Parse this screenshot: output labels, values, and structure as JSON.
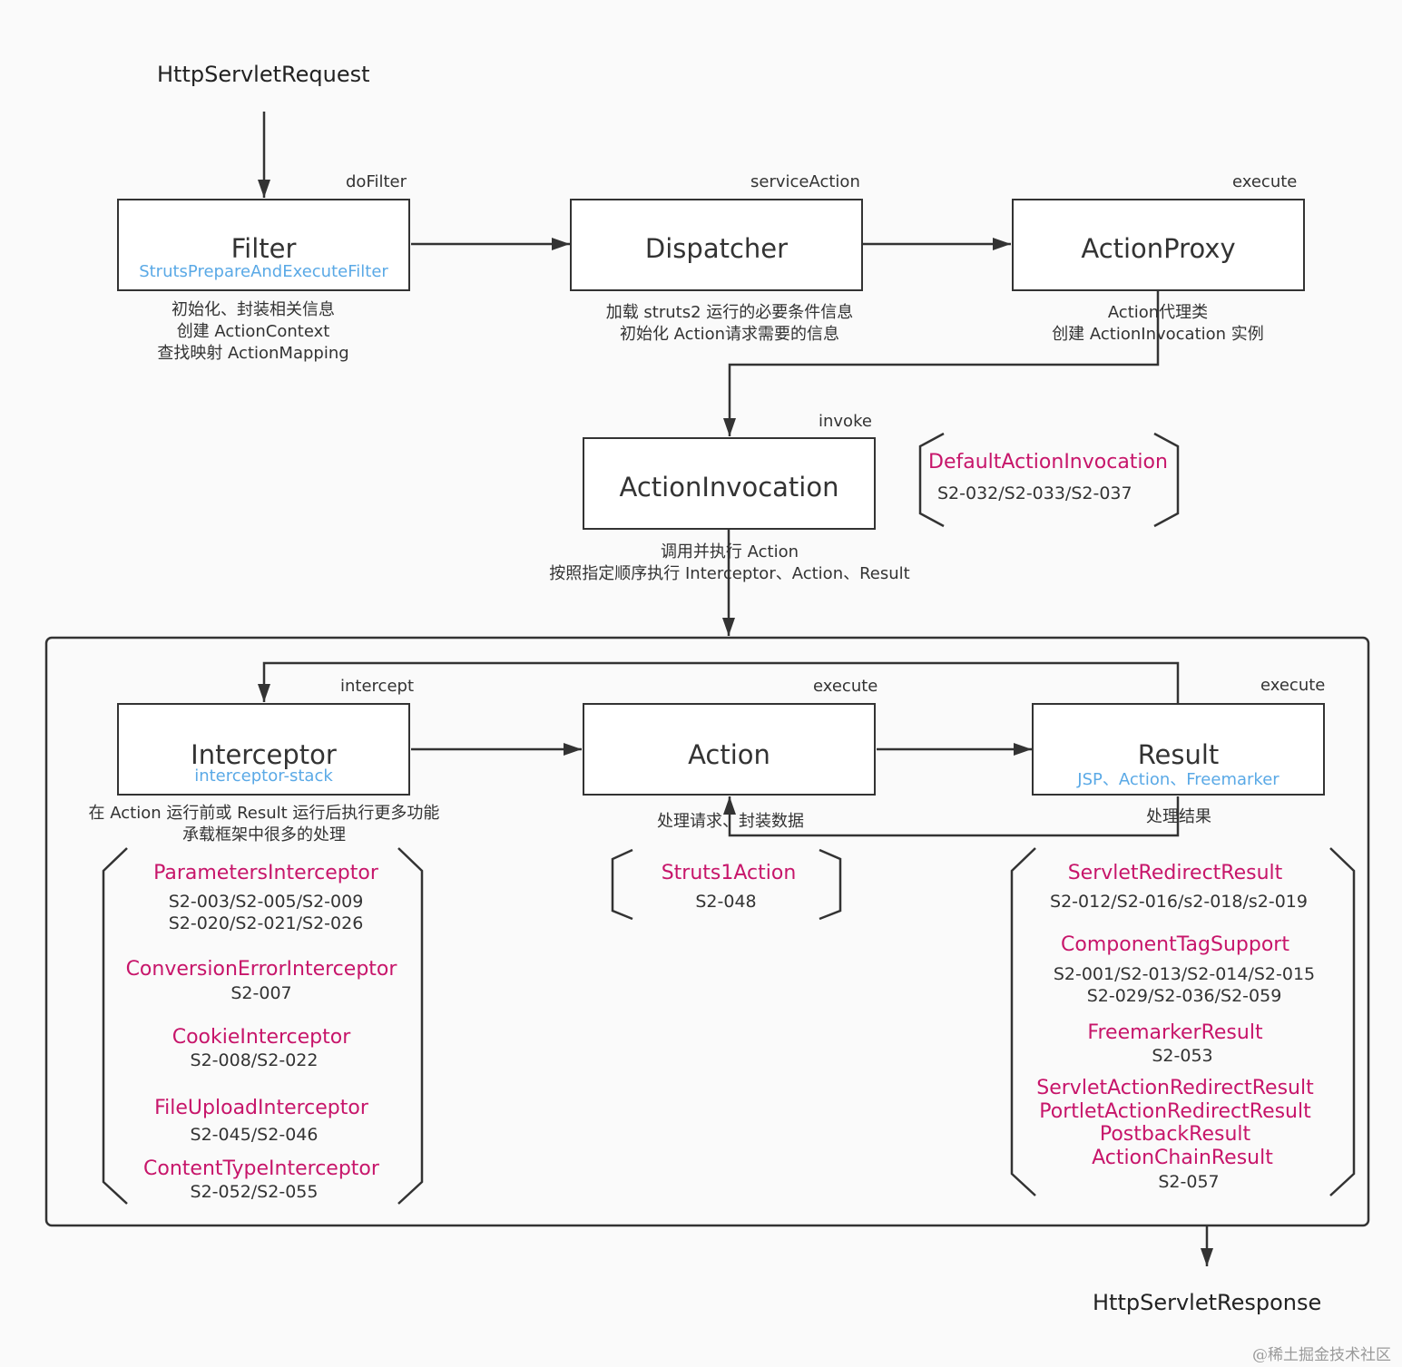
{
  "request": "HttpServletRequest",
  "response": "HttpServletResponse",
  "filter": {
    "title": "Filter",
    "subtitle": "StrutsPrepareAndExecuteFilter",
    "method": "doFilter",
    "notes": [
      "初始化、封装相关信息",
      "创建 ActionContext",
      "查找映射 ActionMapping"
    ]
  },
  "dispatcher": {
    "title": "Dispatcher",
    "method": "serviceAction",
    "notes": [
      "加载 struts2 运行的必要条件信息",
      "初始化 Action请求需要的信息"
    ]
  },
  "actionproxy": {
    "title": "ActionProxy",
    "method": "execute",
    "notes": [
      "Action代理类",
      "创建 ActionInvocation 实例"
    ]
  },
  "actioninvocation": {
    "title": "ActionInvocation",
    "method": "invoke",
    "notes": [
      "调用并执行 Action",
      "按照指定顺序执行 Interceptor、Action、Result"
    ],
    "vuln": {
      "name": "DefaultActionInvocation",
      "ids": "S2-032/S2-033/S2-037"
    }
  },
  "interceptor": {
    "title": "Interceptor",
    "subtitle": "interceptor-stack",
    "method": "intercept",
    "notes": [
      "在 Action 运行前或 Result 运行后执行更多功能",
      "承载框架中很多的处理"
    ],
    "vulns": [
      {
        "name": "ParametersInterceptor",
        "ids": [
          "S2-003/S2-005/S2-009",
          "S2-020/S2-021/S2-026"
        ]
      },
      {
        "name": "ConversionErrorInterceptor",
        "ids": [
          "S2-007"
        ]
      },
      {
        "name": "CookieInterceptor",
        "ids": [
          "S2-008/S2-022"
        ]
      },
      {
        "name": "FileUploadInterceptor",
        "ids": [
          "S2-045/S2-046"
        ]
      },
      {
        "name": "ContentTypeInterceptor",
        "ids": [
          "S2-052/S2-055"
        ]
      }
    ]
  },
  "action": {
    "title": "Action",
    "method": "execute",
    "notes": [
      "处理请求、封装数据"
    ],
    "vuln": {
      "name": "Struts1Action",
      "ids": "S2-048"
    }
  },
  "result": {
    "title": "Result",
    "subtitle": "JSP、Action、Freemarker",
    "method": "execute",
    "notes": [
      "处理结果"
    ],
    "vulns": [
      {
        "name": "ServletRedirectResult",
        "ids": [
          "S2-012/S2-016/s2-018/s2-019"
        ]
      },
      {
        "name": "ComponentTagSupport",
        "ids": [
          "S2-001/S2-013/S2-014/S2-015",
          "S2-029/S2-036/S2-059"
        ]
      },
      {
        "name": "FreemarkerResult",
        "ids": [
          "S2-053"
        ]
      },
      {
        "names": [
          "ServletActionRedirectResult",
          "PortletActionRedirectResult",
          "PostbackResult",
          "ActionChainResult"
        ],
        "ids": [
          "S2-057"
        ]
      }
    ]
  },
  "watermark": "@稀土掘金技术社区",
  "colors": {
    "line": "#333333",
    "vuln": "#c7156a",
    "subtitle": "#5aa9e6",
    "background": "#fafafa"
  }
}
